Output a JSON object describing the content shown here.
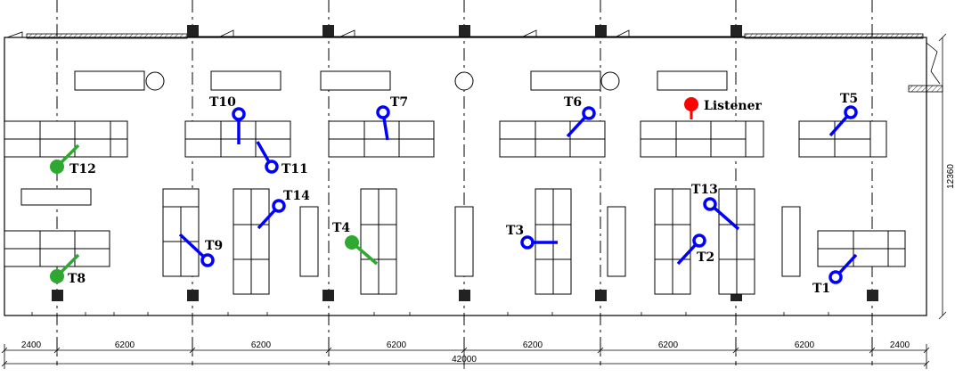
{
  "diagram": {
    "total_span": "42000",
    "bay_dims": [
      "2400",
      "6200",
      "6200",
      "6200",
      "6200",
      "6200",
      "6200",
      "2400"
    ],
    "building_depth": "12360",
    "listener": {
      "label": "Listener",
      "color": "#ff0000"
    },
    "colors": {
      "blue_talker": "#0000ff",
      "green_talker": "#2fa832",
      "column": "#222222"
    },
    "talkers": [
      {
        "id": "T1",
        "label": "T1",
        "color": "blue"
      },
      {
        "id": "T2",
        "label": "T2",
        "color": "blue"
      },
      {
        "id": "T3",
        "label": "T3",
        "color": "blue"
      },
      {
        "id": "T4",
        "label": "T4",
        "color": "green"
      },
      {
        "id": "T5",
        "label": "T5",
        "color": "blue"
      },
      {
        "id": "T6",
        "label": "T6",
        "color": "blue"
      },
      {
        "id": "T7",
        "label": "T7",
        "color": "blue"
      },
      {
        "id": "T8",
        "label": "T8",
        "color": "green"
      },
      {
        "id": "T9",
        "label": "T9",
        "color": "blue"
      },
      {
        "id": "T10",
        "label": "T10",
        "color": "blue"
      },
      {
        "id": "T11",
        "label": "T11",
        "color": "blue"
      },
      {
        "id": "T12",
        "label": "T12",
        "color": "green"
      },
      {
        "id": "T13",
        "label": "T13",
        "color": "blue"
      },
      {
        "id": "T14",
        "label": "T14",
        "color": "blue"
      }
    ]
  }
}
